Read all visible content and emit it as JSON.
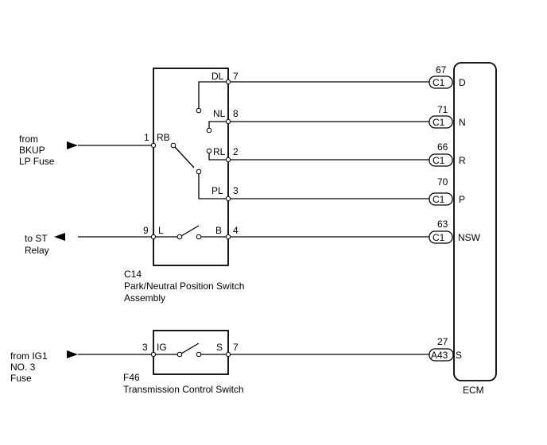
{
  "switch_c14": {
    "code": "C14",
    "name_line1": "Park/Neutral Position Switch",
    "name_line2": "Assembly",
    "pins": {
      "dl": {
        "label": "DL",
        "num": "7"
      },
      "nl": {
        "label": "NL",
        "num": "8"
      },
      "rb": {
        "label": "RB",
        "num": "1"
      },
      "rl": {
        "label": "RL",
        "num": "2"
      },
      "pl": {
        "label": "PL",
        "num": "3"
      },
      "l": {
        "label": "L",
        "num": "9"
      },
      "b": {
        "label": "B",
        "num": "4"
      }
    }
  },
  "switch_f46": {
    "code": "F46",
    "name": "Transmission Control Switch",
    "pins": {
      "ig": {
        "label": "IG",
        "num": "3"
      },
      "s": {
        "label": "S",
        "num": "7"
      }
    }
  },
  "ecm": {
    "label": "ECM",
    "terminals": [
      {
        "connector": "C1",
        "pin": "67",
        "signal": "D"
      },
      {
        "connector": "C1",
        "pin": "71",
        "signal": "N"
      },
      {
        "connector": "C1",
        "pin": "66",
        "signal": "R"
      },
      {
        "connector": "C1",
        "pin": "70",
        "signal": "P"
      },
      {
        "connector": "C1",
        "pin": "63",
        "signal": "NSW"
      },
      {
        "connector": "A43",
        "pin": "27",
        "signal": "S"
      }
    ]
  },
  "sources": {
    "bkup": [
      "from",
      "BKUP",
      "LP Fuse"
    ],
    "st": [
      "to ST",
      "Relay"
    ],
    "ig1": [
      "from IG1",
      "NO. 3",
      "Fuse"
    ]
  }
}
